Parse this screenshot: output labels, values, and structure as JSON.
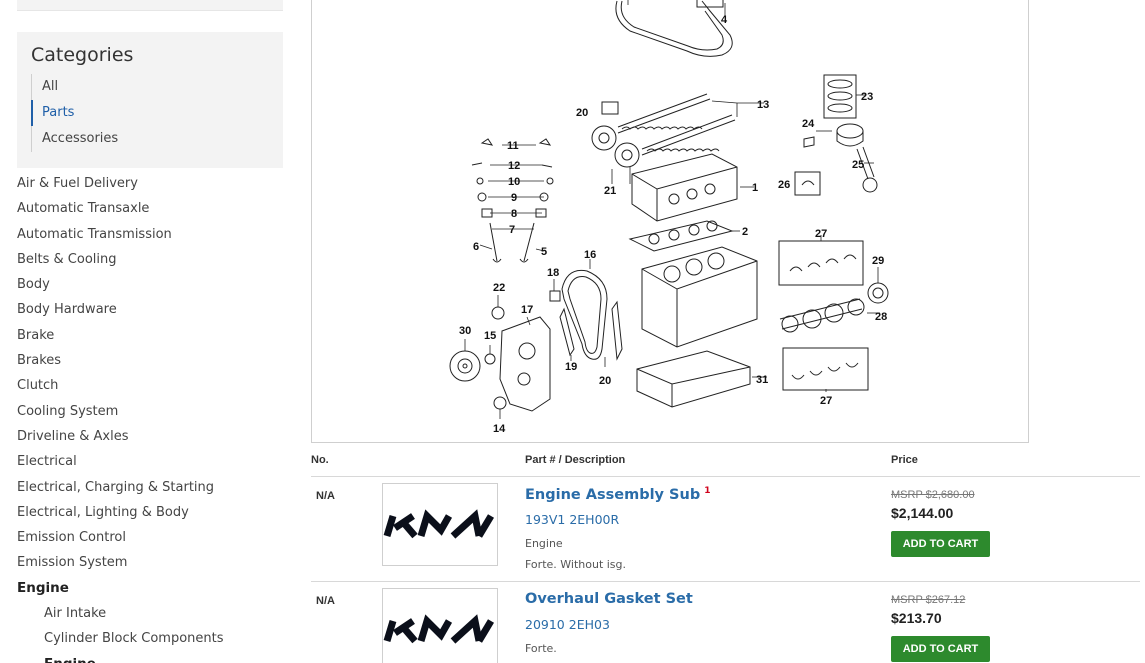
{
  "categories": {
    "title": "Categories",
    "items": [
      {
        "label": "All",
        "active": false
      },
      {
        "label": "Parts",
        "active": true
      },
      {
        "label": "Accessories",
        "active": false
      }
    ]
  },
  "sidebar": {
    "items": [
      {
        "label": "Air & Fuel Delivery"
      },
      {
        "label": "Automatic Transaxle"
      },
      {
        "label": "Automatic Transmission"
      },
      {
        "label": "Belts & Cooling"
      },
      {
        "label": "Body"
      },
      {
        "label": "Body Hardware"
      },
      {
        "label": "Brake"
      },
      {
        "label": "Brakes"
      },
      {
        "label": "Clutch"
      },
      {
        "label": "Cooling System"
      },
      {
        "label": "Driveline & Axles"
      },
      {
        "label": "Electrical"
      },
      {
        "label": "Electrical, Charging & Starting"
      },
      {
        "label": "Electrical, Lighting & Body"
      },
      {
        "label": "Emission Control"
      },
      {
        "label": "Emission System"
      },
      {
        "label": "Engine"
      },
      {
        "label": "Air Intake"
      },
      {
        "label": "Cylinder Block Components"
      },
      {
        "label": "Engine"
      }
    ]
  },
  "diagram": {
    "callouts": [
      "4",
      "23",
      "20",
      "13",
      "24",
      "25",
      "11",
      "12",
      "10",
      "9",
      "8",
      "7",
      "6",
      "5",
      "21",
      "1",
      "26",
      "2",
      "27",
      "16",
      "29",
      "18",
      "22",
      "17",
      "28",
      "30",
      "15",
      "19",
      "20",
      "31",
      "27",
      "14"
    ]
  },
  "table": {
    "headers": {
      "no": "No.",
      "part": "Part # / Description",
      "price": "Price"
    },
    "rows": [
      {
        "no": "N/A",
        "title": "Engine Assembly Sub",
        "footnote": "1",
        "part_number": "193V1 2EH00R",
        "description": "Engine",
        "note": "Forte. Without isg.",
        "msrp": "MSRP $2,680.00",
        "price": "$2,144.00",
        "cart_label": "ADD TO CART"
      },
      {
        "no": "N/A",
        "title": "Overhaul Gasket Set",
        "footnote": "",
        "part_number": "20910 2EH03",
        "description": "Forte.",
        "note": "",
        "msrp": "MSRP $267.12",
        "price": "$213.70",
        "cart_label": "ADD TO CART"
      }
    ]
  },
  "colors": {
    "link": "#2a6ca8",
    "cart_button": "#2d8a2d",
    "footnote": "#d0021b"
  },
  "icons": {
    "brand_logo": "kia-logo"
  }
}
